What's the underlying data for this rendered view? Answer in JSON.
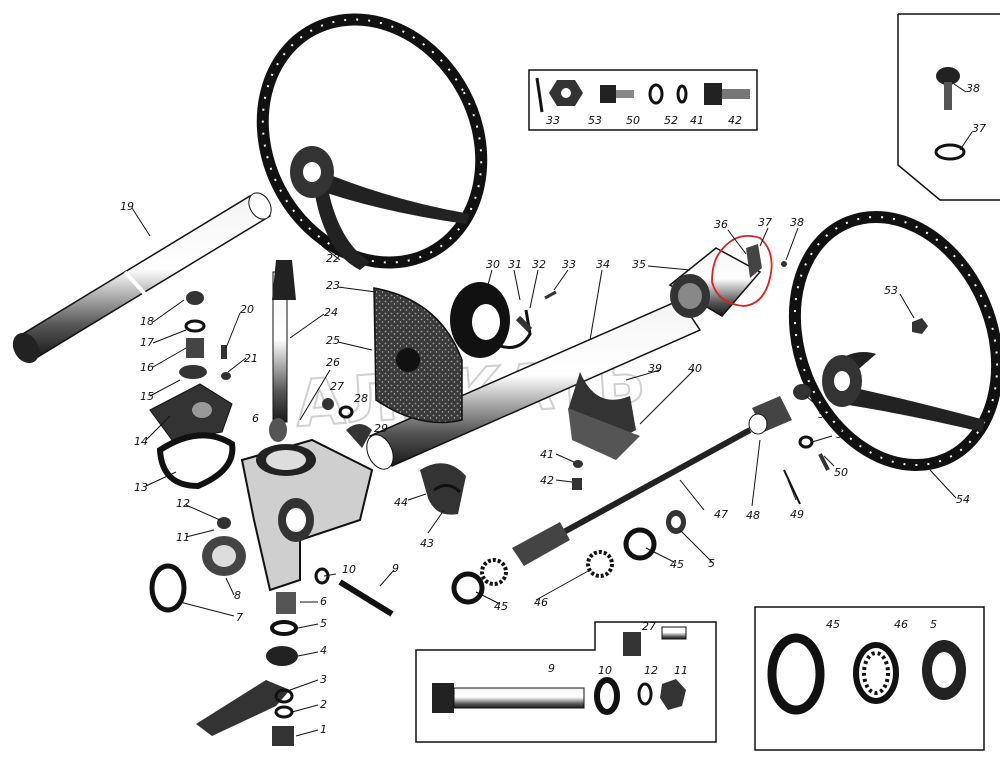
{
  "watermark": "АЛИКАТЬ",
  "labels": {
    "n1": "1",
    "n2": "2",
    "n3": "3",
    "n4": "4",
    "n5": "5",
    "n6": "6",
    "n7": "7",
    "n8": "8",
    "n9": "9",
    "n10": "10",
    "n11": "11",
    "n12": "12",
    "n13": "13",
    "n14": "14",
    "n15": "15",
    "n16": "16",
    "n17": "17",
    "n18": "18",
    "n19": "19",
    "n20": "20",
    "n21": "21",
    "n22": "22",
    "n23": "23",
    "n24": "24",
    "n25": "25",
    "n26": "26",
    "n27": "27",
    "n28": "28",
    "n29": "29",
    "n30": "30",
    "n31": "31",
    "n32": "32",
    "n33": "33",
    "n34": "34",
    "n35": "35",
    "n36": "36",
    "n37": "37",
    "n38": "38",
    "n39": "39",
    "n40": "40",
    "n41": "41",
    "n42": "42",
    "n43": "43",
    "n44": "44",
    "n45": "45",
    "n46": "46",
    "n47": "47",
    "n48": "48",
    "n49": "49",
    "n50": "50",
    "n51": "51",
    "n52": "52",
    "n53": "53",
    "n54": "54"
  },
  "inset_fasteners": [
    "33",
    "53",
    "50",
    "52",
    "41",
    "42"
  ],
  "inset_screw": [
    "38",
    "37"
  ],
  "inset_bottom_left": [
    "9",
    "10",
    "27",
    "12",
    "11"
  ],
  "inset_bottom_right": [
    "45",
    "46",
    "5"
  ],
  "highlight_color": "#e02020"
}
